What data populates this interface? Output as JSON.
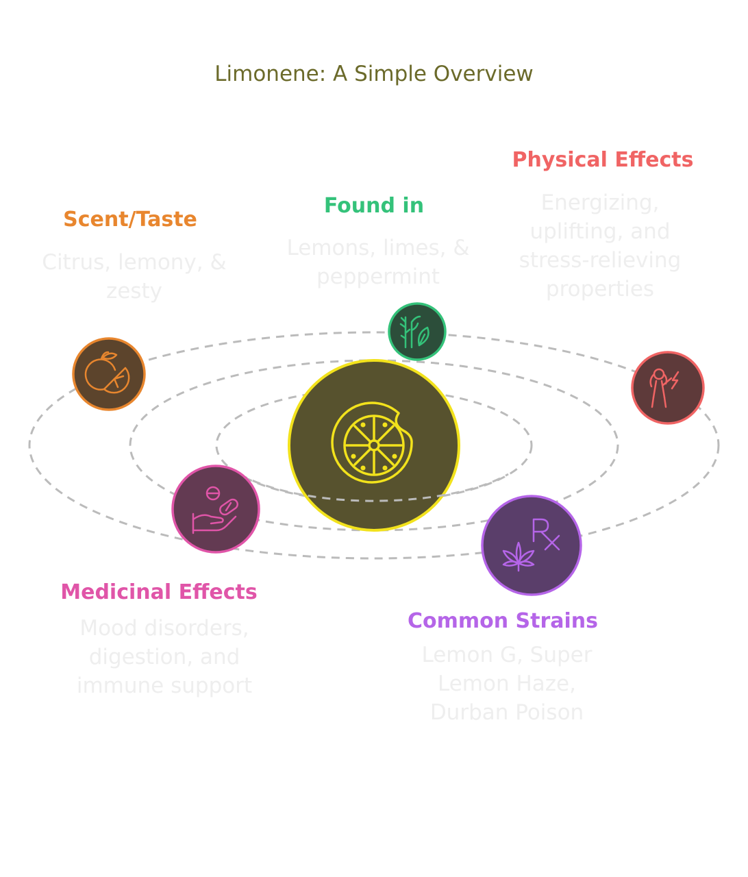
{
  "title": "Limonene: A Simple Overview",
  "center": {
    "icon": "lemon-slice-icon"
  },
  "nodes": [
    {
      "id": "scent",
      "heading": "Scent/Taste",
      "body": [
        "Citrus, lemony, &",
        "zesty"
      ],
      "icon": "orange-slice-icon",
      "color": "#E8862E"
    },
    {
      "id": "found",
      "heading": "Found in",
      "body": [
        "Lemons, limes, &",
        "peppermint"
      ],
      "icon": "plants-leaf-icon",
      "color": "#34C27A"
    },
    {
      "id": "physical",
      "heading": "Physical Effects",
      "body": [
        "Energizing,",
        "uplifting, and",
        "stress-relieving",
        "properties"
      ],
      "icon": "energized-woman-icon",
      "color": "#F06464"
    },
    {
      "id": "medicinal",
      "heading": "Medicinal Effects",
      "body": [
        "Mood disorders,",
        "digestion, and",
        "immune support"
      ],
      "icon": "pills-hand-icon",
      "color": "#E055A8"
    },
    {
      "id": "strains",
      "heading": "Common Strains",
      "body": [
        "Lemon G, Super",
        "Lemon Haze,",
        "Durban Poison"
      ],
      "icon": "cannabis-rx-icon",
      "color": "#B565E8"
    }
  ],
  "colors": {
    "title": "#6B6A2A",
    "center_fill": "#57522E",
    "center_stroke": "#F2E21C",
    "orbit": "#BBBBBB",
    "body_text": "#EEEEEE"
  }
}
